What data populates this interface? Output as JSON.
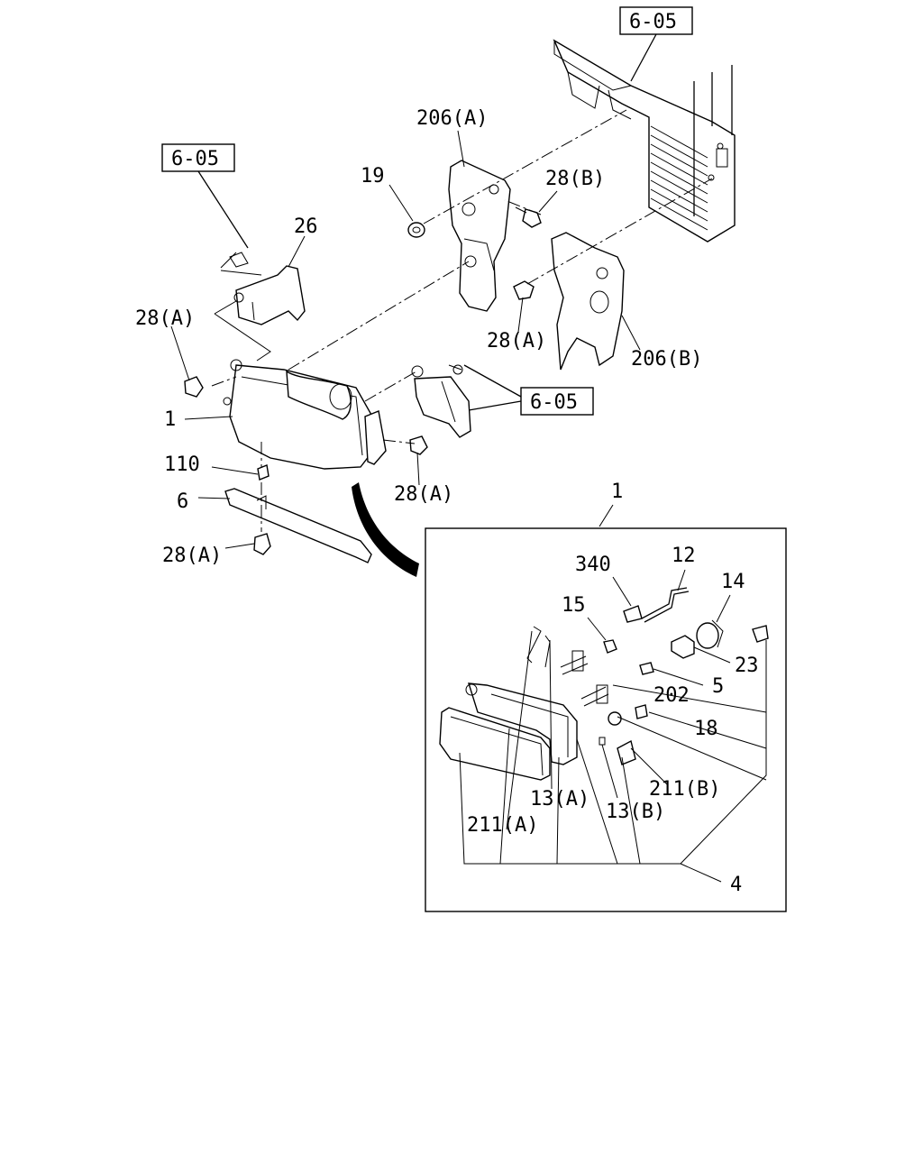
{
  "refs": {
    "top": "6-05",
    "left": "6-05",
    "right": "6-05"
  },
  "labels": {
    "p206a": "206(A)",
    "p19": "19",
    "p28b": "28(B)",
    "p26": "26",
    "p28a_1": "28(A)",
    "p28a_2": "28(A)",
    "p206b": "206(B)",
    "p1_main": "1",
    "p110": "110",
    "p6": "6",
    "p28a_3": "28(A)",
    "p28a_4": "28(A)",
    "p1_detail": "1",
    "p340": "340",
    "p12": "12",
    "p14": "14",
    "p15": "15",
    "p23": "23",
    "p5": "5",
    "p202": "202",
    "p18": "18",
    "p211b": "211(B)",
    "p13a": "13(A)",
    "p13b": "13(B)",
    "p211a": "211(A)",
    "p4": "4"
  }
}
